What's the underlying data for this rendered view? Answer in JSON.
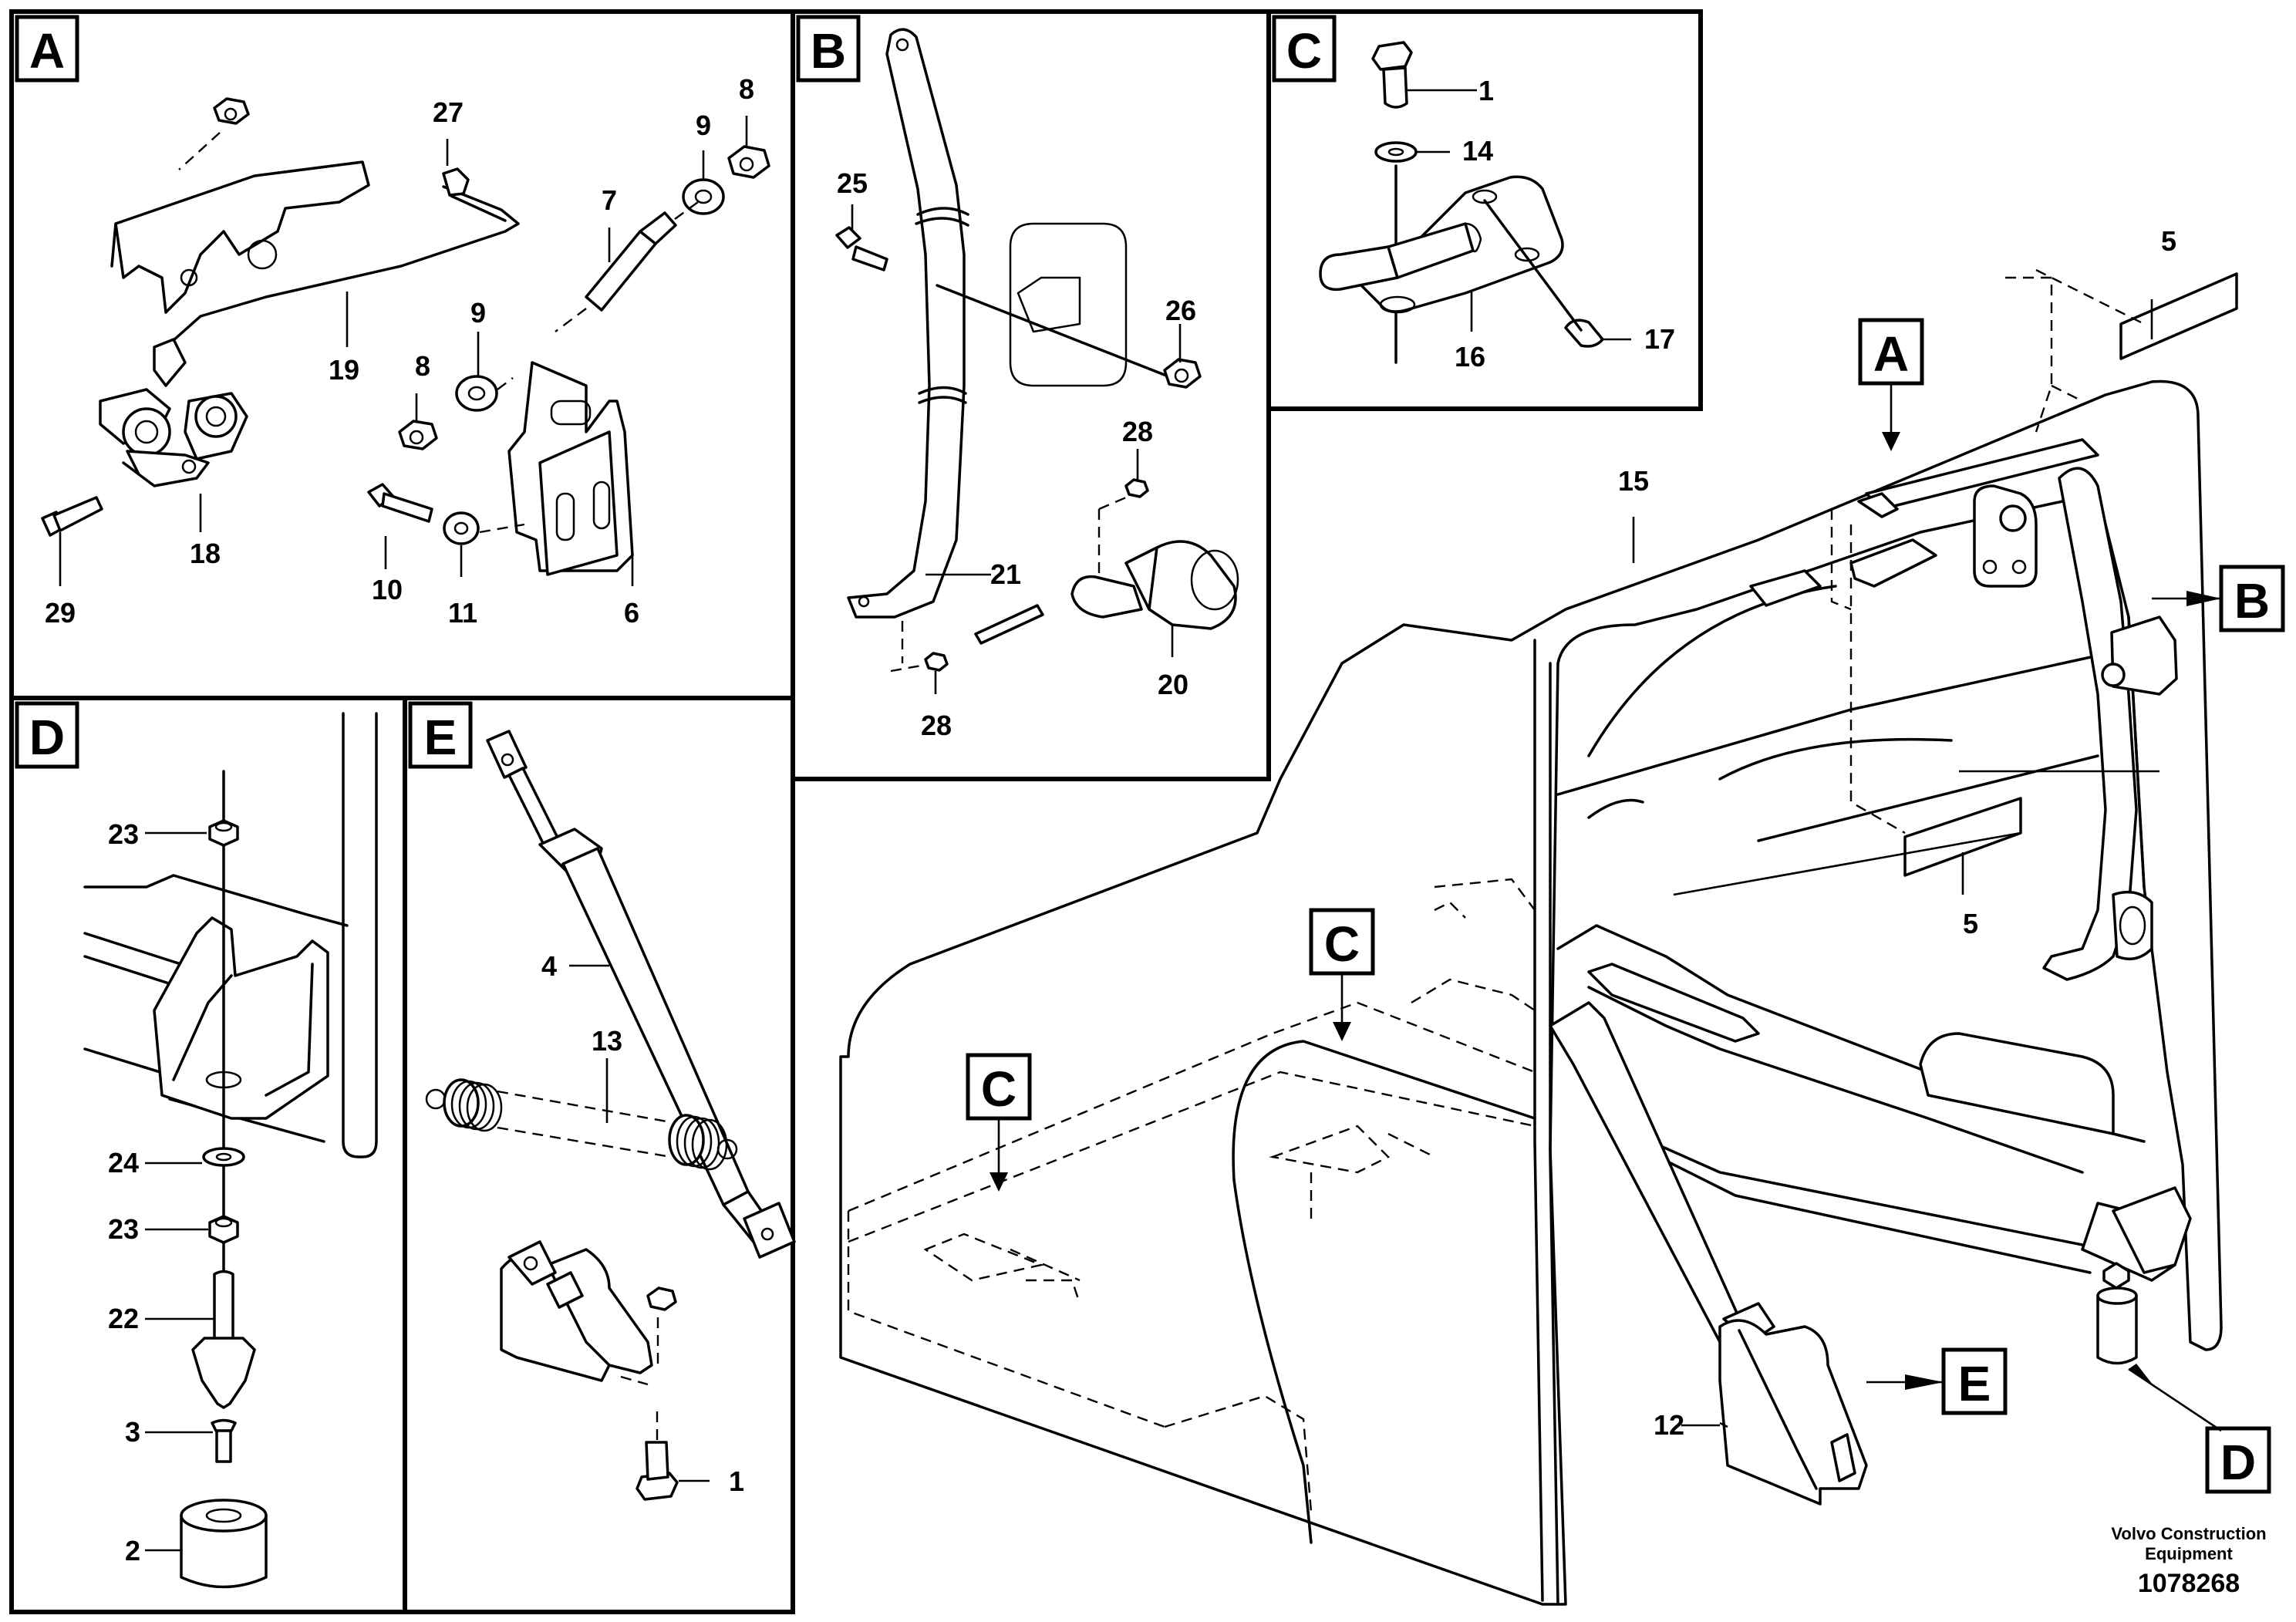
{
  "views": {
    "A": "A",
    "B": "B",
    "C": "C",
    "D": "D",
    "E": "E"
  },
  "main_labels": {
    "A": "A",
    "B": "B",
    "C1": "C",
    "C2": "C",
    "D": "D",
    "E": "E"
  },
  "parts": {
    "p1": "1",
    "p2": "2",
    "p3": "3",
    "p4": "4",
    "p5": "5",
    "p6": "6",
    "p7": "7",
    "p8": "8",
    "p9": "9",
    "p10": "10",
    "p11": "11",
    "p12": "12",
    "p13": "13",
    "p14": "14",
    "p15": "15",
    "p16": "16",
    "p17": "17",
    "p18": "18",
    "p19": "19",
    "p20": "20",
    "p21": "21",
    "p22": "22",
    "p23": "23",
    "p24": "24",
    "p25": "25",
    "p26": "26",
    "p27": "27",
    "p28": "28",
    "p29": "29"
  },
  "footer": {
    "brand_line1": "Volvo Construction",
    "brand_line2": "Equipment",
    "drawing_number": "1078268"
  }
}
